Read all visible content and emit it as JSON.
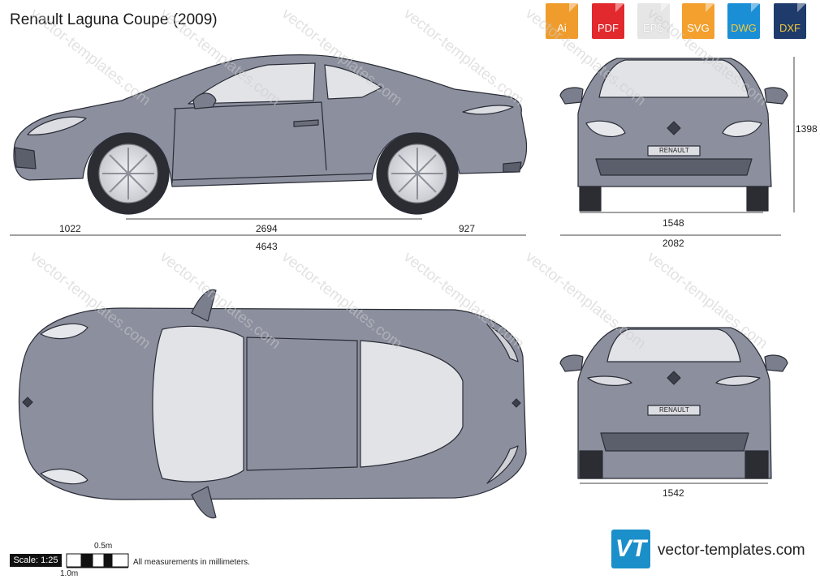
{
  "title": "Renault Laguna Coupe (2009)",
  "formats": [
    {
      "label": "Ai",
      "color": "#f09c2c"
    },
    {
      "label": "PDF",
      "color": "#e2292d"
    },
    {
      "label": "EPS",
      "color": "#e9e9e9"
    },
    {
      "label": "SVG",
      "color": "#f3a02f"
    },
    {
      "label": "DWG",
      "color": "#1a8fd6"
    },
    {
      "label": "DXF",
      "color": "#1e3b6c"
    }
  ],
  "dimensions": {
    "front_overhang": "1022",
    "wheelbase": "2694",
    "rear_overhang": "927",
    "length": "4643",
    "height": "1398",
    "front_track": "1548",
    "width": "2082",
    "rear_track": "1542"
  },
  "watermark": "vector-templates.com",
  "scale": {
    "label": "Scale: 1:25",
    "half_meter": "0.5m",
    "one_meter": "1.0m"
  },
  "note": "All measurements in millimeters.",
  "brand": {
    "logo_text": "VT",
    "site": "vector-templates.com"
  },
  "grille_badge": "RENAULT",
  "plate": "RENAULT",
  "colors": {
    "body": "#8b8f9e",
    "glass": "#e2e3e7",
    "dark": "#5b5f6c",
    "outline": "#2a2d36"
  }
}
